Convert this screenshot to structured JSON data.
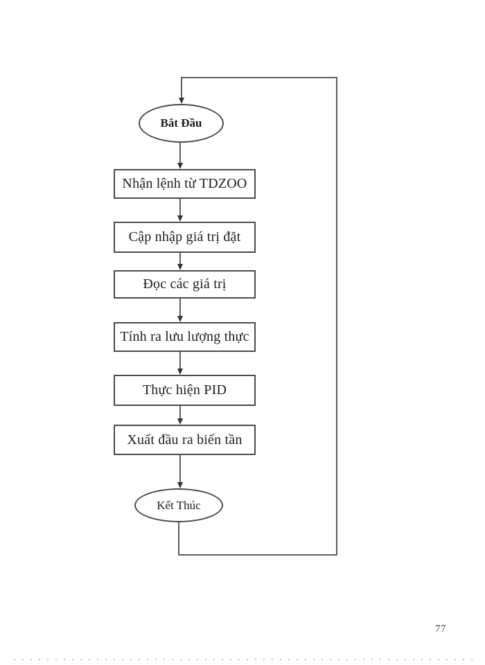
{
  "page": {
    "number": "77"
  },
  "flowchart": {
    "nodes": [
      {
        "id": "start",
        "type": "terminator",
        "label": "Bắt Đầu"
      },
      {
        "id": "receive",
        "type": "process",
        "label": "Nhận lệnh từ TDZOO"
      },
      {
        "id": "update",
        "type": "process",
        "label": "Cập nhập giá trị đặt"
      },
      {
        "id": "read",
        "type": "process",
        "label": "Đọc các giá trị"
      },
      {
        "id": "compute",
        "type": "process",
        "label": "Tính ra lưu lượng thực"
      },
      {
        "id": "pid",
        "type": "process",
        "label": "Thực hiện PID"
      },
      {
        "id": "output",
        "type": "process",
        "label": "Xuất đầu ra biến tần"
      },
      {
        "id": "end",
        "type": "terminator",
        "label": "Kết Thúc"
      }
    ],
    "edges": [
      {
        "from": "start",
        "to": "receive"
      },
      {
        "from": "receive",
        "to": "update"
      },
      {
        "from": "update",
        "to": "read"
      },
      {
        "from": "read",
        "to": "compute"
      },
      {
        "from": "compute",
        "to": "pid"
      },
      {
        "from": "pid",
        "to": "output"
      },
      {
        "from": "output",
        "to": "end"
      },
      {
        "from": "end",
        "to": "start",
        "note": "loop-back via right side"
      }
    ],
    "colors": {
      "line": "#4a4a4a",
      "text": "#1c1c1c",
      "background": "#ffffff"
    }
  }
}
